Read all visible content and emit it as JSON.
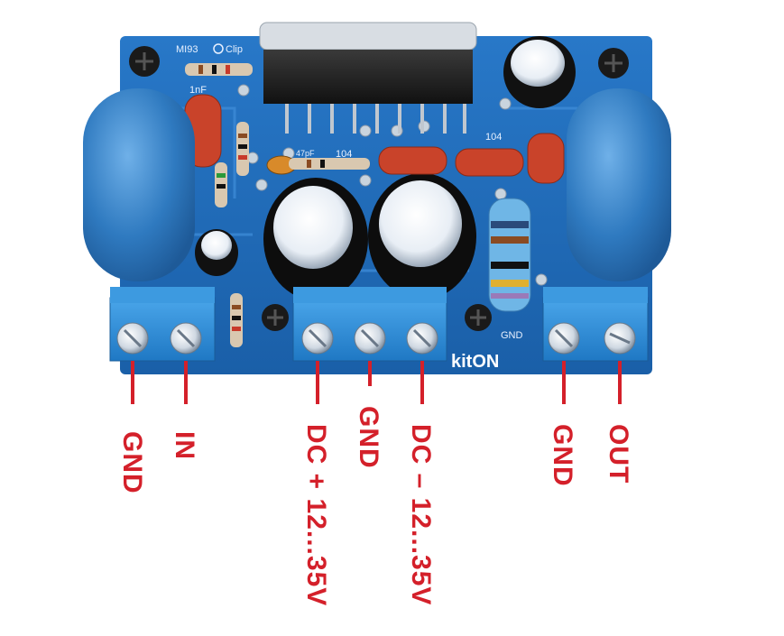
{
  "board": {
    "silkscreen": {
      "model": "MI93",
      "clip": "Clip",
      "cap_1nf": "1nF",
      "cap_47pf": "47pF",
      "cap_104a": "104",
      "cap_104b": "104",
      "ground": "GND",
      "brand": "kitON"
    }
  },
  "pins": [
    {
      "label": "GND"
    },
    {
      "label": "IN"
    },
    {
      "label": "DC + 12...35V"
    },
    {
      "label": "GND"
    },
    {
      "label": "DC – 12...35V"
    },
    {
      "label": "GND"
    },
    {
      "label": "OUT"
    }
  ],
  "colors": {
    "pcb": "#1f6fc0",
    "terminal": "#2b8ed6",
    "capacitor_blue": "#2f7ac0",
    "label_red": "#d4202a"
  }
}
